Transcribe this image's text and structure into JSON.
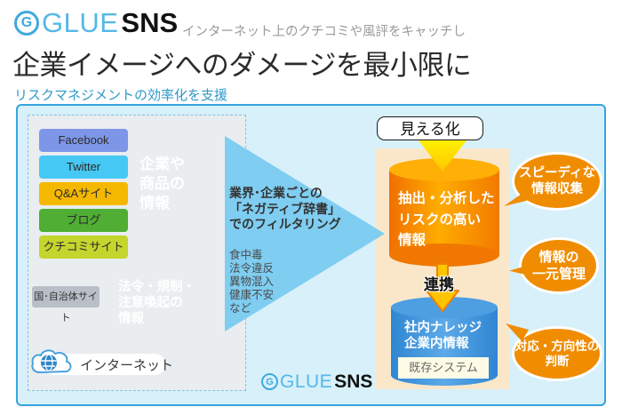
{
  "colors": {
    "brand_blue": "#3FA9E0",
    "panel_bg": "#D7F0FA",
    "panel_border": "#35A5DE",
    "source_panel_bg": "#E9EDF0",
    "triangle_blue": "#7FCDF1",
    "right_panel_bg": "#FAE7CA",
    "bubble_orange": "#F08C00",
    "teal_cylinder": "#2F8BA8",
    "orange_cylinder": "#FFAC00",
    "blue_cylinder": "#4493DB"
  },
  "header": {
    "logo_g": "G",
    "logo_glue": "GLUE",
    "logo_sns": "SNS",
    "tagline": "インターネット上のクチコミや風評をキャッチし",
    "headline": "企業イメージへのダメージを最小限に",
    "subtitle": "リスクマネジメントの効率化を支援"
  },
  "sources": {
    "sites": [
      {
        "label": "Facebook",
        "color": "#7E96E8"
      },
      {
        "label": "Twitter",
        "color": "#45C8F4"
      },
      {
        "label": "Q&Aサイト",
        "color": "#F5B800"
      },
      {
        "label": "ブログ",
        "color": "#4FAE33"
      },
      {
        "label": "クチコミサイト",
        "color": "#C4D52D"
      }
    ],
    "gov_site": "国･自治体サイト",
    "corporate_cylinder": {
      "line1": "企業や",
      "line2": "商品の",
      "line3": "情報"
    },
    "legal_cylinder": {
      "line1": "法令・規制・",
      "line2": "注意喚起の",
      "line3": "情報"
    },
    "internet_label": "インターネット"
  },
  "filter": {
    "title_line1": "業界･企業ごとの",
    "title_line2": "「ネガティブ辞書」",
    "title_line3": "でのフィルタリング",
    "examples": [
      "食中毒",
      "法令違反",
      "異物混入",
      "健康不安",
      "など"
    ]
  },
  "output": {
    "visualization_label": "見える化",
    "risk_cylinder": {
      "line1": "抽出・分析した",
      "line2": "リスクの高い",
      "line3": "情報"
    },
    "link_label": "連携",
    "knowledge_cylinder": {
      "line1": "社内ナレッジ",
      "line2": "企業内情報"
    },
    "existing_system": "既存システム"
  },
  "benefits": [
    {
      "line1": "スピーディな",
      "line2": "情報収集"
    },
    {
      "line1": "情報の",
      "line2": "一元管理"
    },
    {
      "line1": "対応・方向性の",
      "line2": "判断"
    }
  ],
  "footer": {
    "logo_g": "G",
    "logo_glue": "GLUE",
    "logo_sns": "SNS"
  }
}
